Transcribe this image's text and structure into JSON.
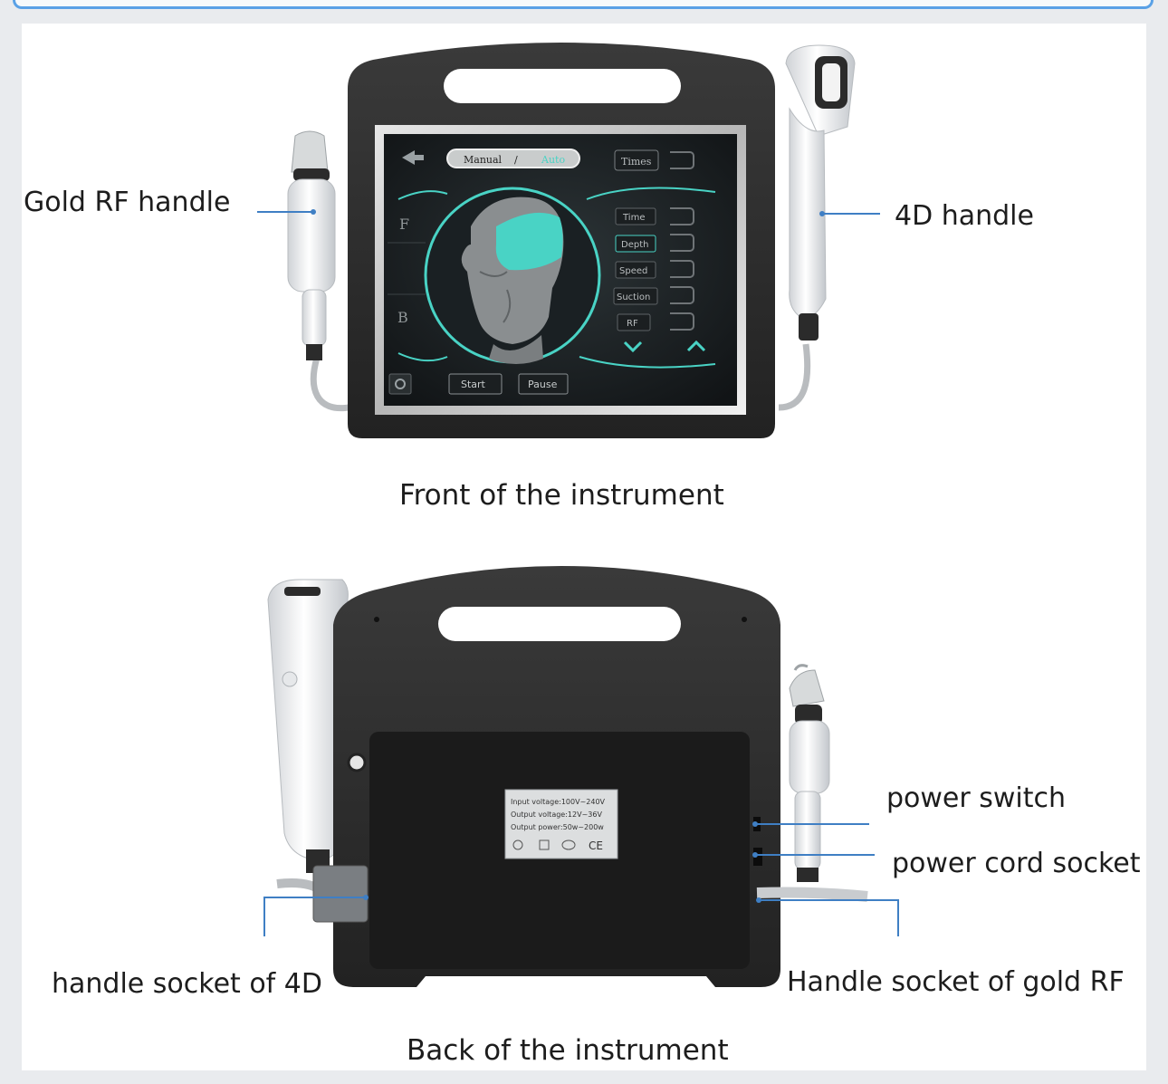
{
  "front": {
    "caption": "Front of the instrument",
    "label_left": "Gold RF handle",
    "label_right": "4D handle",
    "screen": {
      "mode_left": "Manual",
      "mode_sep": "/",
      "mode_right": "Auto",
      "times": "Times",
      "side_f": "F",
      "side_b": "B",
      "params": [
        "Time",
        "Depth",
        "Speed",
        "Suction",
        "RF"
      ],
      "start": "Start",
      "pause": "Pause"
    }
  },
  "back": {
    "caption": "Back of the instrument",
    "label_switch": "power switch",
    "label_cord": "power cord socket",
    "label_4d_socket": "handle socket of 4D",
    "label_rf_socket": "Handle socket of gold RF",
    "plate": {
      "line1": "Input voltage:100V~240V",
      "line2": "Output voltage:12V~36V",
      "line3": "Output power:50w~200w",
      "ce": "CE"
    }
  },
  "colors": {
    "callout_line": "#3f7fc4",
    "accent_teal": "#49d3c5",
    "device_body": "#2f2f2f",
    "frame_border": "#5aa1e6"
  }
}
